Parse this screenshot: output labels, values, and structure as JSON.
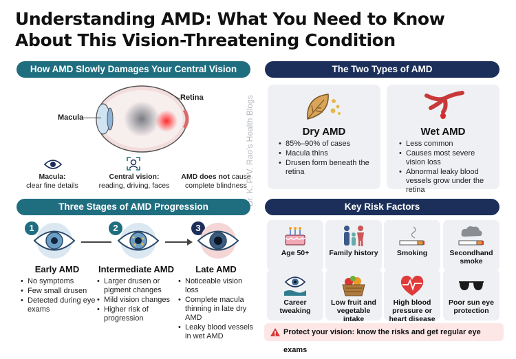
{
  "title_line1": "Understanding AMD: What You Need to Know",
  "title_line2": "About This Vision-Threatening Condition",
  "damage": {
    "heading": "How AMD Slowly Damages Your Central Vision",
    "macula_label": "Macula",
    "retina_label": "Retina",
    "facts": [
      {
        "title": "Macula:",
        "text": "clear fine details"
      },
      {
        "title": "Central vision:",
        "text": "reading, driving, faces"
      },
      {
        "title": "AMD does not",
        "title_rest": " cause",
        "text": "complete blindness"
      }
    ]
  },
  "types": {
    "heading": "The Two Types of AMD",
    "dry": {
      "title": "Dry AMD",
      "points": [
        "85%–90% of cases",
        "Macula thins",
        "Drusen form beneath the retina"
      ]
    },
    "wet": {
      "title": "Wet AMD",
      "points": [
        "Less common",
        "Causes most severe vision loss",
        "Abnormal leaky blood vessels grow under the retina"
      ]
    }
  },
  "stages": {
    "heading": "Three Stages of AMD Progression",
    "items": [
      {
        "num": "1",
        "title": "Early AMD",
        "points": [
          "No symptoms",
          "Few small drusen",
          "Detected during eye exams"
        ]
      },
      {
        "num": "2",
        "title": "Intermediate AMD",
        "points": [
          "Larger drusen or pigment changes",
          "Mild vision changes",
          "Higher risk of progression"
        ]
      },
      {
        "num": "3",
        "title": "Late AMD",
        "points": [
          "Noticeable vision loss",
          "Complete macula thinning in late dry AMD",
          "Leaky blood vessels in wet AMD"
        ]
      }
    ]
  },
  "risks": {
    "heading": "Key Risk Factors",
    "items": [
      "Age 50+",
      "Family history",
      "Smoking",
      "Secondhand smoke",
      "Career tweaking",
      "Low fruit and vegetable intake",
      "High blood pressure or heart disease",
      "Poor sun eye protection"
    ]
  },
  "footer": "Protect your vision: know the risks and get regular eye exams",
  "watermark": "Dr. K. P. V. Rao's Health Blogs",
  "colors": {
    "teal": "#1f6e80",
    "navy": "#1c2f5a",
    "alert": "#d63a3a"
  }
}
